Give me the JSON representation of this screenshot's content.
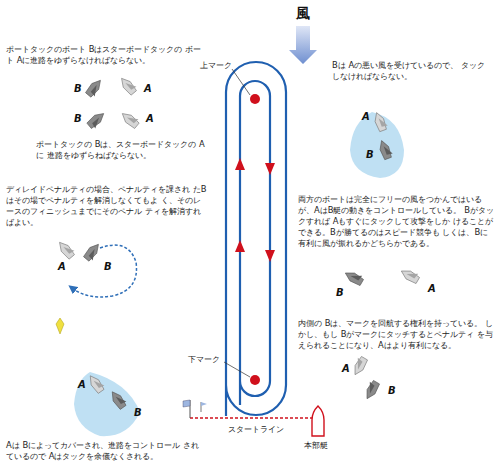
{
  "diagram": {
    "labels": [
      "ポートタックのボート Bはスターボードタックの ボート Aに進路をゆずらなければならない。",
      "風",
      "上マーク",
      "Bは Aの悪い風を受けているので、 タックしなければならない。",
      "B",
      "A",
      "B",
      "A",
      "ポートタックの Bは、スターボードタックの Aに 進路をゆずらねばならない。",
      "A",
      "B",
      "ディレイドペナルティの場合、ペナルティを課され たBはその場でペナルティを解消しなくてもよ く、そのレースのフィニッシュまでにそのペナル ティを解消すればよい。",
      "両方のボートは完全にフリーの風をつかんではいる が、AはB艇の動きをコントロールしている。 Bがタックすれば Aもすぐにタックして攻撃をしか けることができる。Bが勝てるのはスピード競争も しくは、Bに有利に風が振れるかどちらかである。",
      "A",
      "B",
      "B",
      "A",
      "内側の Bは、マークを回航する権利を持っている。 しかし、もし Bがマークにタッチするとペナルティ を与えられることになり、Aはより有利になる。",
      "下マーク",
      "A",
      "B",
      "A",
      "B",
      "スタートライン",
      "本部艇",
      "Aは Bによってカバーされ、進路をコントロール されているので Aはタックを余儀なくされる。"
    ]
  }
}
